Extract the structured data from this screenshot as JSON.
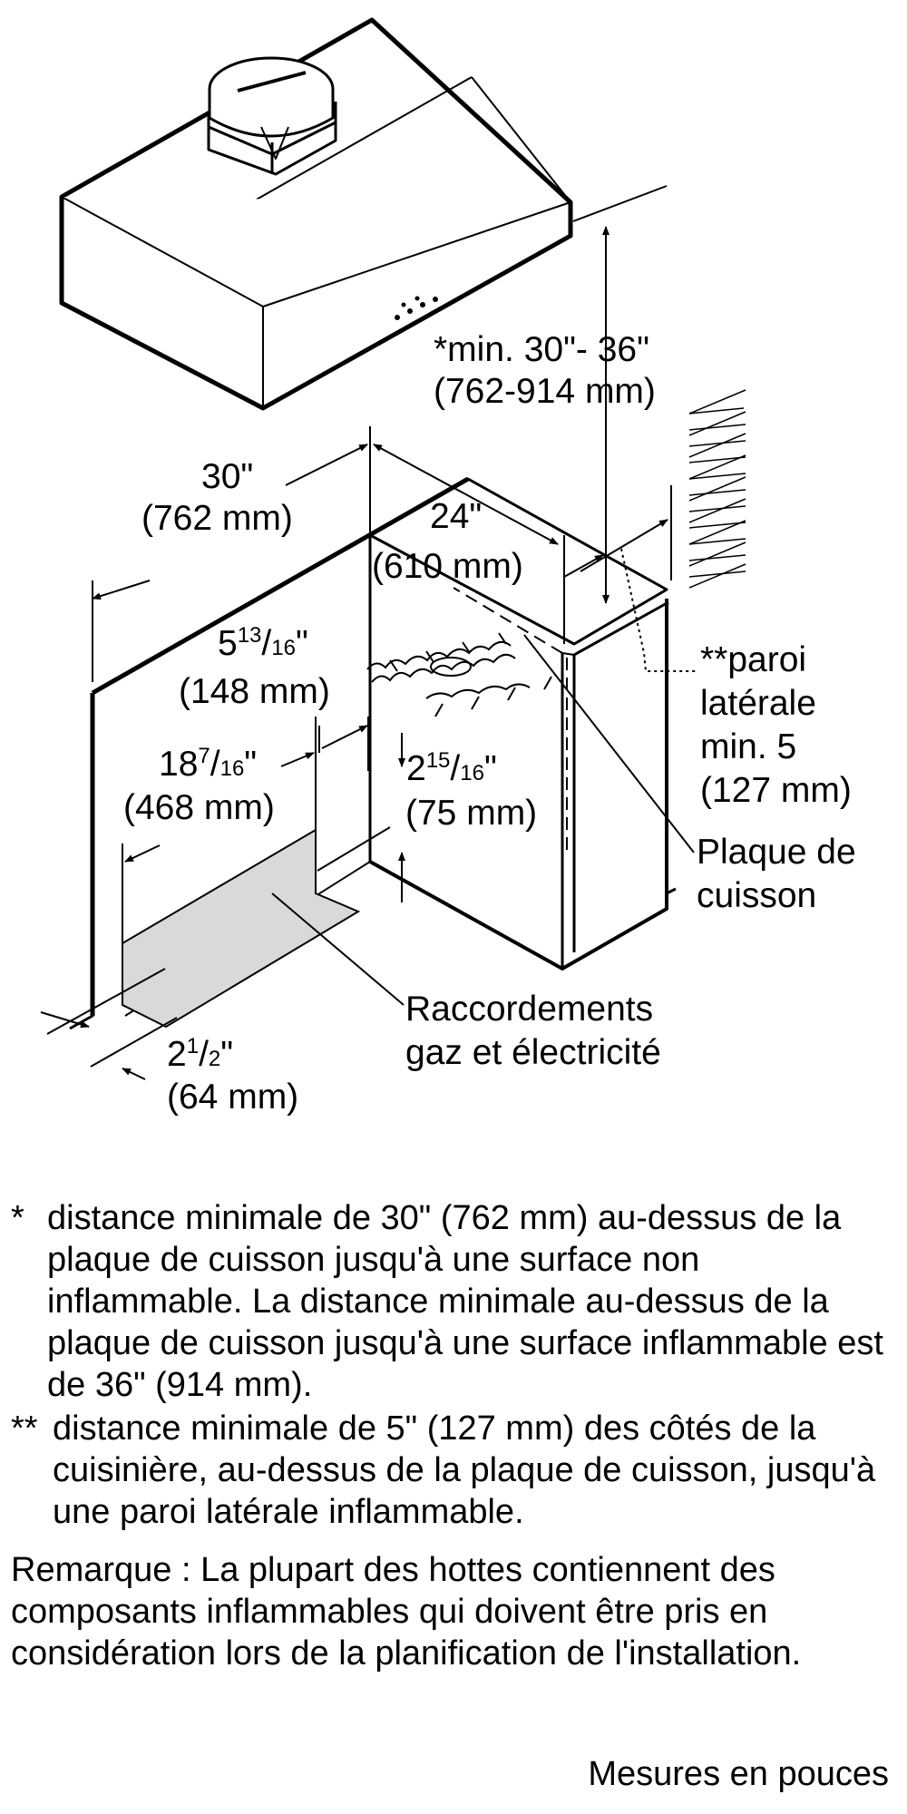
{
  "labels": {
    "height": {
      "line1": "*min. 30\"- 36\"",
      "line2": "(762-914 mm)"
    },
    "width30": {
      "line1": "30\"",
      "line2": "(762 mm)"
    },
    "depth24": {
      "line1": "24\"",
      "line2": "(610 mm)"
    },
    "dim5_13_16": {
      "whole": "5",
      "num": "13",
      "den": "16",
      "unit": "\"",
      "line2": "(148 mm)"
    },
    "dim18_7_16": {
      "whole": "18",
      "num": "7",
      "den": "16",
      "unit": "\"",
      "line2": "(468 mm)"
    },
    "dim2_15_16": {
      "whole": "2",
      "num": "15",
      "den": "16",
      "unit": "\"",
      "line2": "(75 mm)"
    },
    "dim2_1_2": {
      "whole": "2",
      "num": "1",
      "den": "2",
      "unit": "\"",
      "line2": "(64 mm)"
    },
    "side_wall": {
      "line1": "**paroi",
      "line2": "latérale",
      "line3": "min. 5",
      "line4": "(127 mm)"
    },
    "cooktop": {
      "line1": "Plaque de",
      "line2": "cuisson"
    },
    "connections": {
      "line1": "Raccordements",
      "line2": "gaz et électricité"
    }
  },
  "notes": [
    {
      "marker": "*",
      "text": "distance minimale de 30\" (762 mm) au-dessus de la plaque de cuisson jusqu'à une surface non inflammable. La distance minimale au-dessus de la plaque de cuisson jusqu'à une surface inflammable est de 36\" (914 mm)."
    },
    {
      "marker": "**",
      "text": "distance minimale de 5\" (127 mm) des côtés de la cuisinière, au-dessus de la plaque de cuisson, jusqu'à une paroi latérale inflammable."
    }
  ],
  "remark": "Remarque : La plupart des hottes contiennent des composants inflammables qui doivent être pris en considération lors de la planification de l'installation.",
  "footer": "Mesures en pouces",
  "colors": {
    "line": "#000000",
    "shade": "#d9d9d9"
  }
}
